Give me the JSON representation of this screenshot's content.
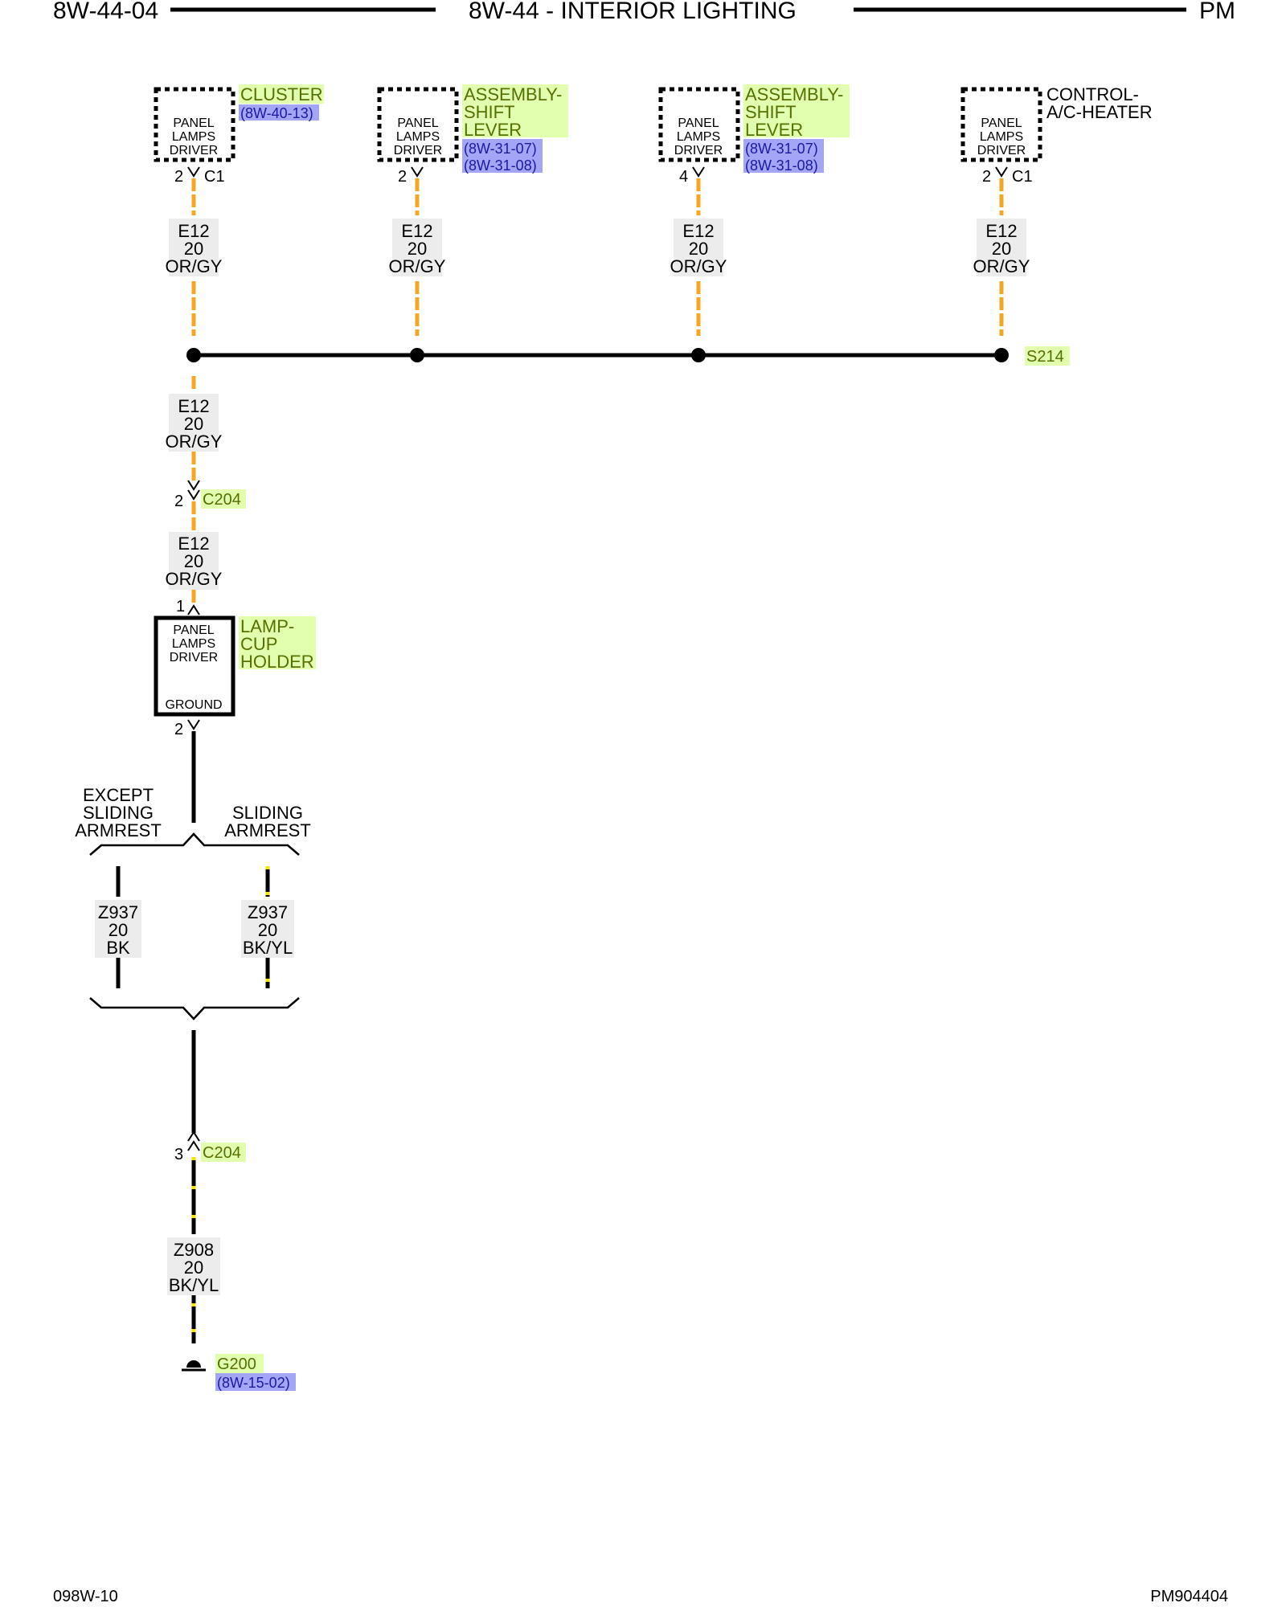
{
  "header": {
    "page_code": "8W-44-04",
    "title": "8W-44 - INTERIOR LIGHTING",
    "suffix": "PM"
  },
  "footer": {
    "left": "098W-10",
    "right": "PM904404"
  },
  "components": {
    "cluster": {
      "inner_lines": [
        "PANEL",
        "LAMPS",
        "DRIVER"
      ],
      "name_lines": [
        "CLUSTER"
      ],
      "refs": [
        "(8W-40-13)"
      ],
      "pin": "2",
      "connector": "C1"
    },
    "shift_lever_1": {
      "inner_lines": [
        "PANEL",
        "LAMPS",
        "DRIVER"
      ],
      "name_lines": [
        "ASSEMBLY-",
        "SHIFT",
        "LEVER"
      ],
      "refs": [
        "(8W-31-07)",
        "(8W-31-08)"
      ],
      "pin": "2"
    },
    "shift_lever_2": {
      "inner_lines": [
        "PANEL",
        "LAMPS",
        "DRIVER"
      ],
      "name_lines": [
        "ASSEMBLY-",
        "SHIFT",
        "LEVER"
      ],
      "refs": [
        "(8W-31-07)",
        "(8W-31-08)"
      ],
      "pin": "4"
    },
    "control_hvac": {
      "inner_lines": [
        "PANEL",
        "LAMPS",
        "DRIVER"
      ],
      "name_lines": [
        "CONTROL-",
        "A/C-HEATER"
      ],
      "pin": "2",
      "connector": "C1"
    },
    "cup_holder": {
      "inner_lines": [
        "PANEL",
        "LAMPS",
        "DRIVER"
      ],
      "ground_label": "GROUND",
      "name_lines": [
        "LAMP-",
        "CUP",
        "HOLDER"
      ],
      "pin_in": "1",
      "pin_out": "2"
    }
  },
  "wires": {
    "e12": [
      "E12",
      "20",
      "OR/GY"
    ],
    "z937_bk": [
      "Z937",
      "20",
      "BK"
    ],
    "z937_bkyl": [
      "Z937",
      "20",
      "BK/YL"
    ],
    "z908": [
      "Z908",
      "20",
      "BK/YL"
    ]
  },
  "splice": {
    "name": "S214"
  },
  "connectors": {
    "c204_top": {
      "pin": "2",
      "name": "C204"
    },
    "c204_bottom": {
      "pin": "3",
      "name": "C204"
    }
  },
  "options": {
    "left": [
      "EXCEPT",
      "SLIDING",
      "ARMREST"
    ],
    "right": [
      "SLIDING",
      "ARMREST"
    ]
  },
  "ground": {
    "name": "G200",
    "ref": "(8W-15-02)"
  },
  "colors": {
    "orange_wire": "#f5a623",
    "gray_tracer": "#8a8a8a",
    "yellow_tracer": "#f5e400",
    "highlight_green": "#e2ffb0",
    "highlight_blue": "#a5a5f7"
  }
}
